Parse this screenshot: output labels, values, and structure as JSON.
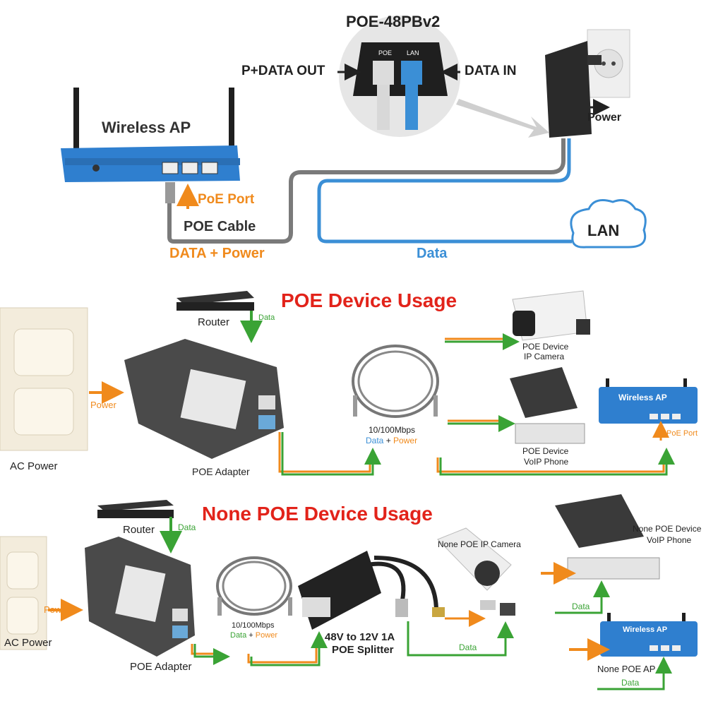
{
  "top": {
    "device_title": "POE-48PBv2",
    "jack_poe": "POE",
    "jack_lan": "LAN",
    "p_data_out": "P+DATA OUT",
    "data_in": "DATA IN",
    "wireless_ap": "Wireless AP",
    "power": "Power",
    "poe_port": "PoE Port",
    "poe_cable": "POE Cable",
    "data_power": "DATA + Power",
    "data": "Data",
    "lan": "LAN"
  },
  "poe_usage": {
    "title": "POE Device Usage",
    "router": "Router",
    "data": "Data",
    "power": "Power",
    "ac_power": "AC Power",
    "poe_adapter": "POE Adapter",
    "cable_speed": "10/100Mbps",
    "cable_data": "Data",
    "cable_plus": " + ",
    "cable_power": "Power",
    "camera_line1": "POE Device",
    "camera_line2": "IP Camera",
    "phone_line1": "POE Device",
    "phone_line2": "VoIP Phone",
    "wireless_ap": "Wireless AP",
    "poe_port": "PoE Port"
  },
  "none_poe_usage": {
    "title": "None POE Device Usage",
    "router": "Router",
    "data": "Data",
    "power": "Power",
    "ac_power": "AC Power",
    "poe_adapter": "POE Adapter",
    "cable_speed": "10/100Mbps",
    "cable_data": "Data",
    "cable_plus": " + ",
    "cable_power": "Power",
    "splitter_line1": "48V to 12V 1A",
    "splitter_line2": "POE Splitter",
    "camera": "None POE IP Camera",
    "data_splitter": "Data",
    "phone_line1": "None POE Device",
    "phone_line2": "VoIP Phone",
    "data_phone": "Data",
    "wireless_ap": "Wireless AP",
    "none_poe_ap": "None POE AP",
    "data_ap": "Data"
  },
  "colors": {
    "orange": "#f08a1c",
    "blue": "#3b8fd6",
    "green": "#3aa335",
    "red": "#e2231a",
    "gray_cable": "#7a7a7a"
  }
}
